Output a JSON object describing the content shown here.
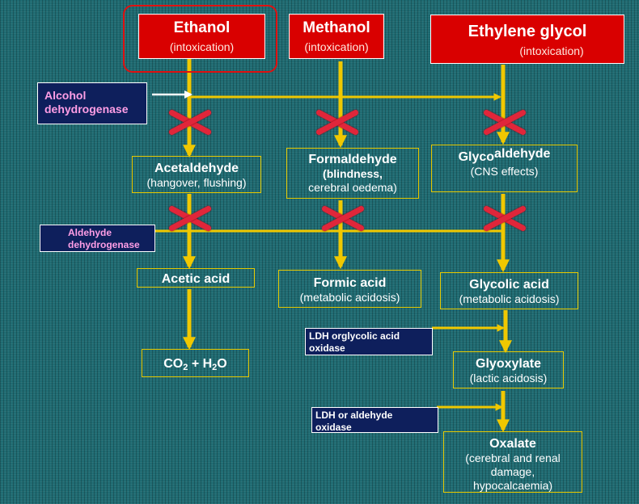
{
  "colors": {
    "background": "#1f6b72",
    "arrow": "#f0c800",
    "inhibitor_cross": "#e0263a",
    "substrate_box": "#d90000",
    "enzyme_box": "#0e1f5c"
  },
  "substrates": {
    "ethanol": {
      "title": "Ethanol",
      "sub": "(intoxication)"
    },
    "methanol": {
      "title": "Methanol",
      "sub": "(intoxication)"
    },
    "ethylene_glycol": {
      "title": "Ethylene glycol",
      "sub": "(intoxication)"
    }
  },
  "enzymes": {
    "adh": {
      "line1": "Alcohol",
      "line2": "dehydrogenase"
    },
    "aldh": {
      "line1": "Aldehyde",
      "line2": "dehydrogenase"
    },
    "ldh_glycolic": {
      "line1": "LDH orglycolic acid",
      "line2": "oxidase"
    },
    "ldh_aldehyde": {
      "line1": "LDH or aldehyde",
      "line2": "oxidase"
    }
  },
  "products": {
    "acetaldehyde": {
      "title": "Acetaldehyde",
      "sub": "(hangover, flushing)"
    },
    "formaldehyde": {
      "title": "Formaldehyde",
      "sub_bold": "(blindness,",
      "sub": "cerebral oedema)"
    },
    "glycoaldehyde": {
      "title_a": "Glyco",
      "title_b": "aldehyde",
      "sub": "(CNS effects)"
    },
    "acetic_acid": {
      "title": "Acetic acid"
    },
    "formic_acid": {
      "title": "Formic acid",
      "sub": "(metabolic acidosis)"
    },
    "glycolic_acid": {
      "title": "Glycolic acid",
      "sub": "(metabolic acidosis)"
    },
    "co2_h2o": {
      "p1": "CO",
      "p2": "2",
      "p3": " + H",
      "p4": "2",
      "p5": "O"
    },
    "glyoxylate": {
      "title": "Glyoxylate",
      "sub": "(lactic acidosis)"
    },
    "oxalate": {
      "title": "Oxalate",
      "sub1": "(cerebral and renal",
      "sub2": "damage,",
      "sub3": "hypocalcaemia)"
    }
  }
}
